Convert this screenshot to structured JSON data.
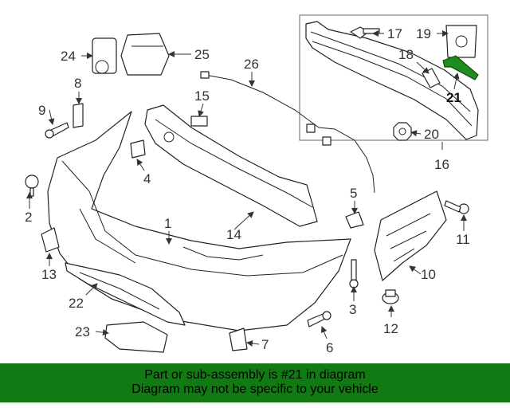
{
  "diagram": {
    "highlight_color": "#1e8c1e",
    "callouts": {
      "c1": "1",
      "c2": "2",
      "c3": "3",
      "c4": "4",
      "c5": "5",
      "c6": "6",
      "c7": "7",
      "c8": "8",
      "c9": "9",
      "c10": "10",
      "c11": "11",
      "c12": "12",
      "c13": "13",
      "c14": "14",
      "c15": "15",
      "c16": "16",
      "c17": "17",
      "c18": "18",
      "c19": "19",
      "c20": "20",
      "c21": "21",
      "c22": "22",
      "c23": "23",
      "c24": "24",
      "c25": "25",
      "c26": "26"
    }
  },
  "banner": {
    "line1": "Part or sub-assembly is #21 in diagram",
    "line2": "Diagram may not be specific to your vehicle",
    "background": "#127a12"
  }
}
